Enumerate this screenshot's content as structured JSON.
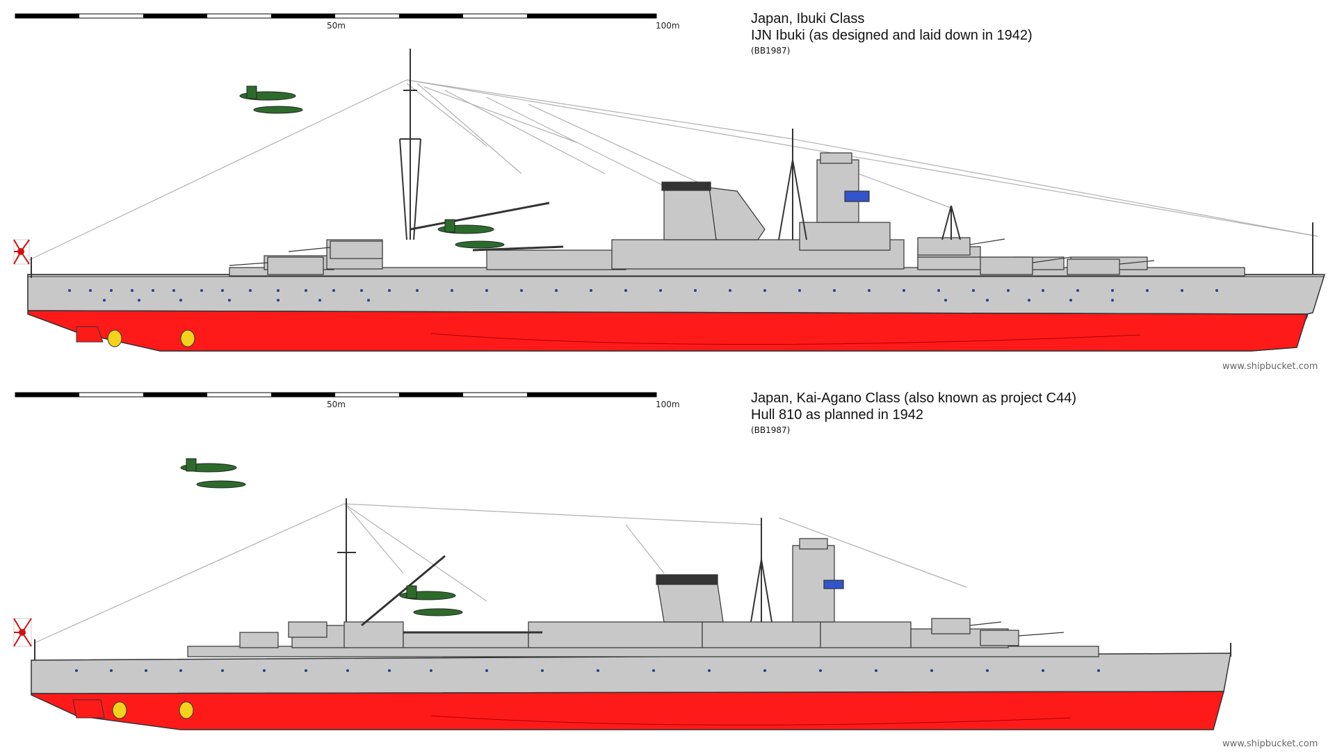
{
  "scale_bar": {
    "mid_label": "50m",
    "end_label": "100m"
  },
  "ships": [
    {
      "line1": "Japan, Ibuki Class",
      "line2": "IJN Ibuki (as designed and laid down in 1942)",
      "line3": "(BB1987)",
      "watermark": "www.shipbucket.com"
    },
    {
      "line1": "Japan, Kai-Agano Class (also known as project C44)",
      "line2": "Hull 810 as planned in 1942",
      "line3": "(BB1987)",
      "watermark": "www.shipbucket.com"
    }
  ],
  "colors": {
    "hull_grey": "#c8c8c8",
    "waterline_red": "#ff1a1a",
    "outline": "#333333",
    "porthole_blue": "#2a3f8f",
    "propeller_yellow": "#f2d21b",
    "aircraft_green": "#2d6b2d",
    "flag_red": "#d01010"
  },
  "icons": [
    "rising-sun-flag-icon",
    "floatplane-icon",
    "propeller-icon"
  ]
}
